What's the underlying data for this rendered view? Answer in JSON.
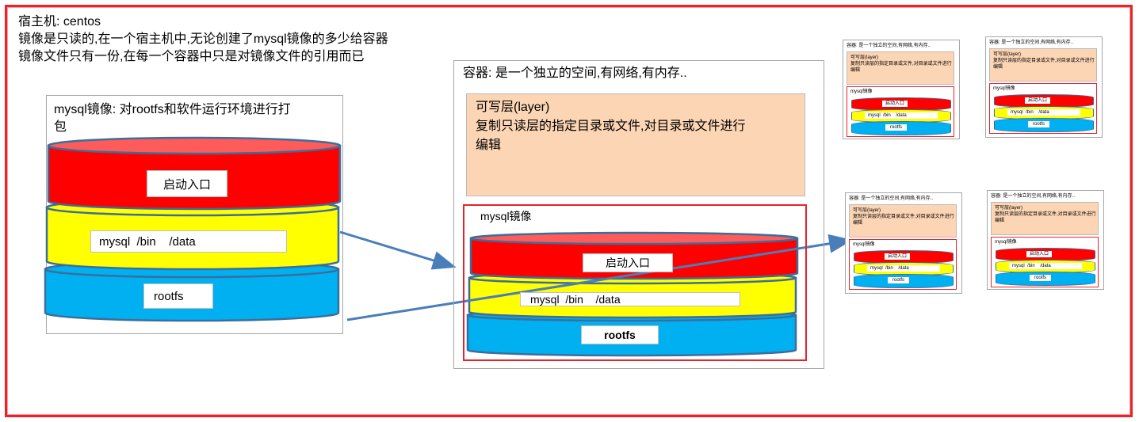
{
  "host": {
    "line1": "宿主机: centos",
    "line2": "镜像是只读的,在一个宿主机中,无论创建了mysql镜像的多少给容器",
    "line3": "镜像文件只有一份,在每一个容器中只是对镜像文件的引用而已"
  },
  "image_panel": {
    "title_line1": "mysql镜像: 对rootfs和软件运行环境进行打",
    "title_line2": "包",
    "entry_label": "启动入口",
    "mysql_label": "mysql  /bin    /data",
    "rootfs_label": "rootfs"
  },
  "container_panel": {
    "title": "容器: 是一个独立的空间,有网络,有内存..",
    "layer_line1": "可写层(layer)",
    "layer_line2": "复制只读层的指定目录或文件,对目录或文件进行",
    "layer_line3": "编辑",
    "image_title": "mysql镜像",
    "entry_label": "启动入口",
    "mysql_label": "mysql  /bin    /data",
    "rootfs_label": "rootfs"
  },
  "mini": {
    "title": "容器: 是一个独立的空间,有网络,有内存..",
    "layer_line1": "可写层(layer)",
    "layer_line2": "复制只读层的指定目录或文件,对目录或文件进行",
    "layer_line3": "编辑",
    "image_title": "mysql镜像",
    "entry_label": "启动入口",
    "mysql_label": "mysql  /bin    /data",
    "rootfs_label": "rootfs"
  },
  "colors": {
    "frame_red": "#e8232b",
    "layer_red": "#ff0000",
    "layer_yellow": "#ffff00",
    "layer_blue": "#00b0f0",
    "writable_layer": "#fcd5b4",
    "arrow": "#4a7ebb"
  }
}
